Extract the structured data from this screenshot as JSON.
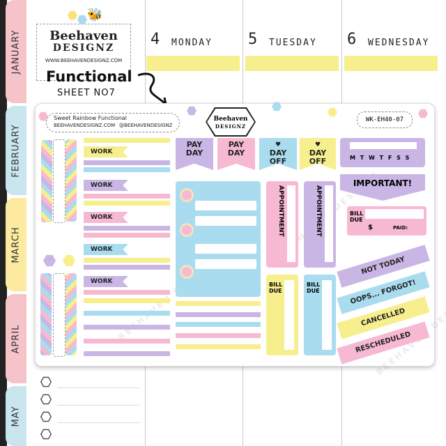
{
  "months": [
    "JANUARY",
    "FEBRUARY",
    "MARCH",
    "APRIL",
    "MAY"
  ],
  "days": [
    {
      "num": "4",
      "name": "MONDAY"
    },
    {
      "num": "5",
      "name": "TUESDAY"
    },
    {
      "num": "6",
      "name": "WEDNESDAY"
    }
  ],
  "logo": {
    "line1": "Beehaven",
    "line2": "DESIGNZ",
    "url": "WWW.BEEHAVENDESIGNZ.COM"
  },
  "product": {
    "title": "Functional",
    "subtitle": "SHEET NO7"
  },
  "sheet": {
    "name": "Sweet Rainbow Functional",
    "site": "BEEHAVENDESIGNZ.COM",
    "social": "@BEEHAVENDESIGNZ",
    "logo_line1": "Beehaven",
    "logo_line2": "DESIGNZ",
    "code": "WK-EH40-07",
    "work_label": "WORK",
    "pay_day": [
      "PAY",
      "DAY"
    ],
    "day_off": [
      "DAY",
      "OFF"
    ],
    "weekdays": "M T W T F S S",
    "important": "IMPORTANT!",
    "bill_due": [
      "BILL",
      "DUE"
    ],
    "paid": "PAID:",
    "dollar": "$",
    "appointment": "APPOINTMENT",
    "diagonals": [
      "NOT TODAY",
      "OOPS... FORGOT!",
      "CANCELLED",
      "RESCHEDULED"
    ],
    "watermark": "BEEHAVEN DESIGNZ"
  },
  "colors": {
    "pink": "#f7b9d2",
    "purple": "#c9b6e4",
    "blue": "#a9dcef",
    "yellow": "#f7ef8e",
    "tab_pink": "#f6c3c8",
    "tab_blue": "#b9e2ec",
    "tab_yellow": "#fbeaa0"
  }
}
